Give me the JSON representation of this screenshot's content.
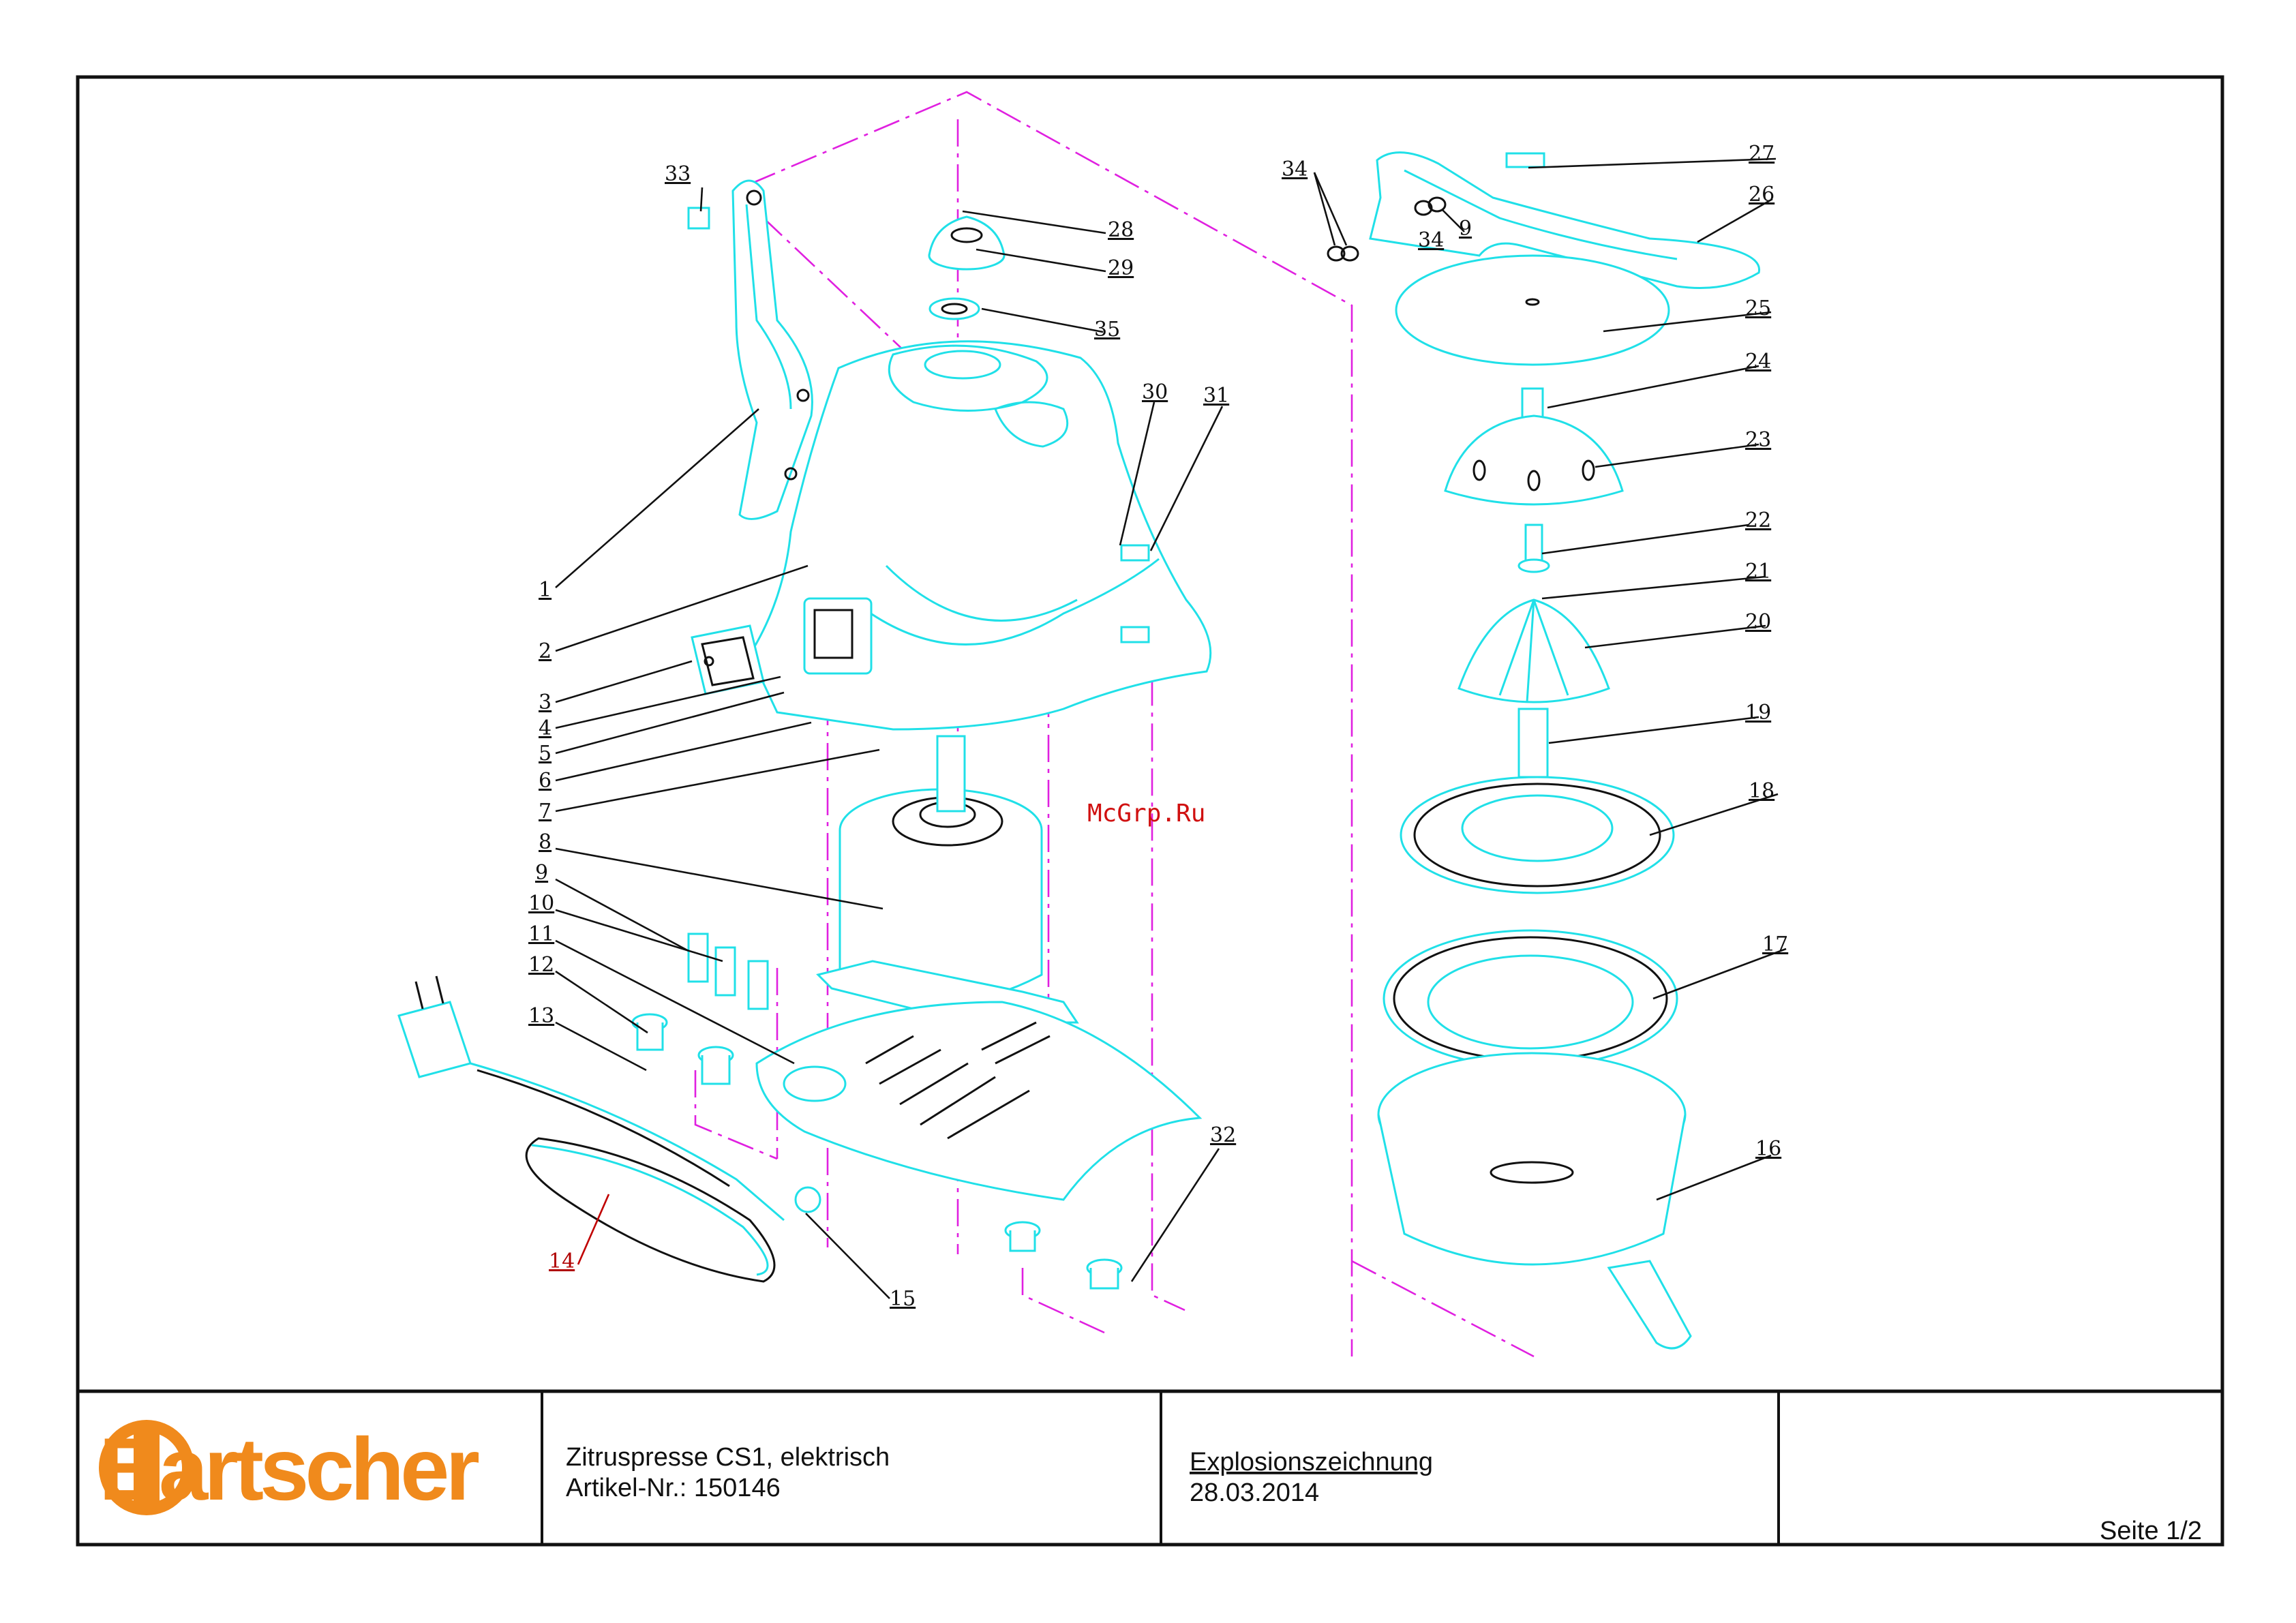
{
  "watermark": "McGrp.Ru",
  "callouts": [
    "1",
    "2",
    "3",
    "4",
    "5",
    "6",
    "7",
    "8",
    "9",
    "10",
    "11",
    "12",
    "13",
    "14",
    "15",
    "16",
    "17",
    "18",
    "19",
    "20",
    "21",
    "22",
    "23",
    "24",
    "25",
    "26",
    "27",
    "28",
    "29",
    "30",
    "31",
    "32",
    "33",
    "34",
    "35",
    "34",
    "9"
  ],
  "title_block": {
    "logo": "Bartscher",
    "product_line1": "Zitruspresse CS1, elektrisch",
    "product_line2": "Artikel-Nr.: 150146",
    "drawing_type": "Explosionszeichnung",
    "date": "28.03.2014",
    "page": "Seite 1/2"
  },
  "colors": {
    "part_outline": "#20e0e8",
    "assembly_axis": "#e020e0",
    "logo_orange": "#f08a1c",
    "red_callout": "#b00000"
  }
}
